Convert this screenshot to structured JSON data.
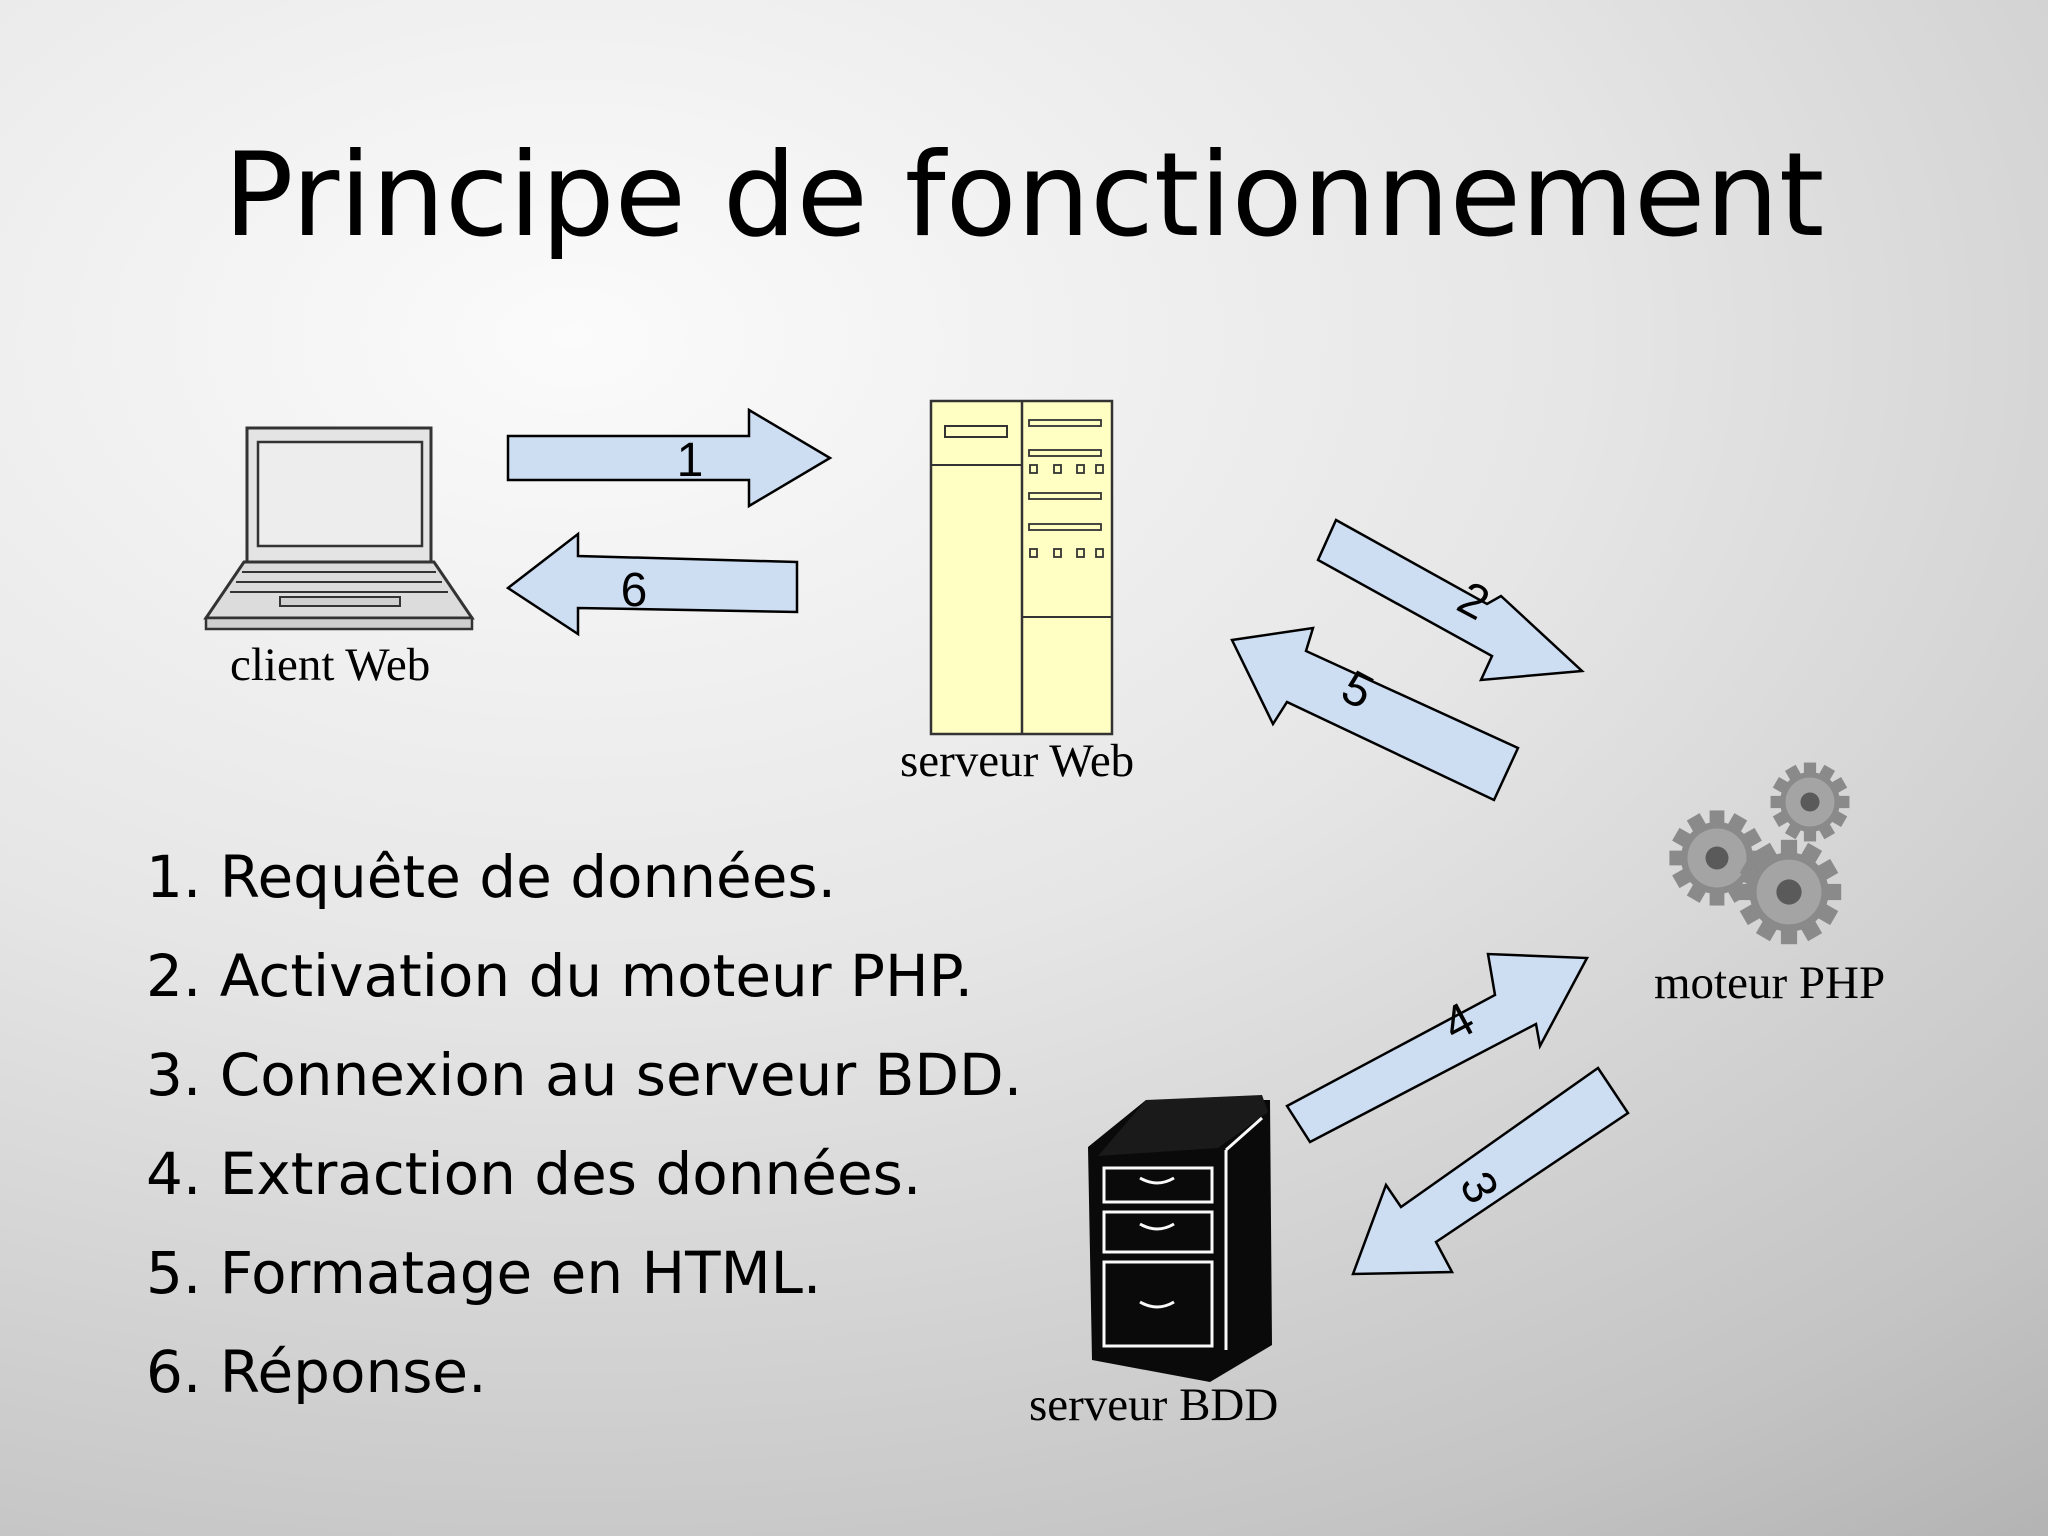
{
  "slide": {
    "title": "Principe de fonctionnement",
    "steps": [
      "1. Requête de données.",
      "2. Activation du moteur PHP.",
      "3. Connexion au serveur BDD.",
      "4. Extraction des données.",
      "5. Formatage en HTML.",
      "6. Réponse."
    ]
  },
  "nodes": {
    "client": {
      "label": "client Web",
      "icon": "laptop-icon"
    },
    "web_server": {
      "label": "serveur Web",
      "icon": "server-tower-icon"
    },
    "php_engine": {
      "label": "moteur PHP",
      "icon": "gears-icon"
    },
    "db_server": {
      "label": "serveur BDD",
      "icon": "filing-cabinet-icon"
    }
  },
  "arrows": [
    {
      "number": "1",
      "from": "client Web",
      "to": "serveur Web"
    },
    {
      "number": "2",
      "from": "serveur Web",
      "to": "moteur PHP"
    },
    {
      "number": "3",
      "from": "moteur PHP",
      "to": "serveur BDD"
    },
    {
      "number": "4",
      "from": "serveur BDD",
      "to": "moteur PHP"
    },
    {
      "number": "5",
      "from": "moteur PHP",
      "to": "serveur Web"
    },
    {
      "number": "6",
      "from": "serveur Web",
      "to": "client Web"
    }
  ],
  "colors": {
    "arrow_fill": "#cdddf2",
    "server_fill": "#ffffc4",
    "gear_fill": "#8c8c8c"
  }
}
